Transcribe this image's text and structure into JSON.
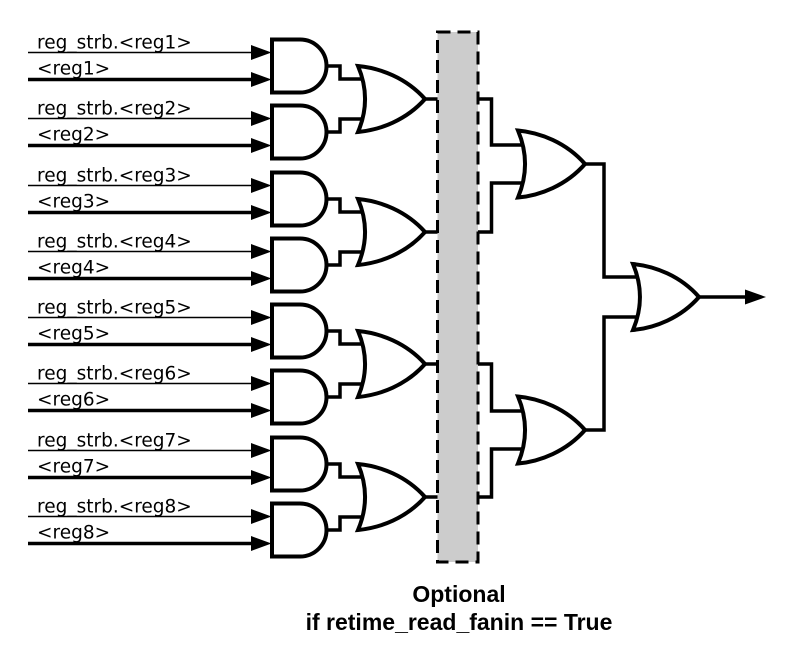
{
  "diagram": {
    "inputs": [
      {
        "strobe_label": "reg_strb.<reg1>",
        "value_label": "<reg1>"
      },
      {
        "strobe_label": "reg_strb.<reg2>",
        "value_label": "<reg2>"
      },
      {
        "strobe_label": "reg_strb.<reg3>",
        "value_label": "<reg3>"
      },
      {
        "strobe_label": "reg_strb.<reg4>",
        "value_label": "<reg4>"
      },
      {
        "strobe_label": "reg_strb.<reg5>",
        "value_label": "<reg5>"
      },
      {
        "strobe_label": "reg_strb.<reg6>",
        "value_label": "<reg6>"
      },
      {
        "strobe_label": "reg_strb.<reg7>",
        "value_label": "<reg7>"
      },
      {
        "strobe_label": "reg_strb.<reg8>",
        "value_label": "<reg8>"
      }
    ],
    "caption": {
      "line1": "Optional",
      "line2": "if retime_read_fanin == True"
    },
    "colors": {
      "wire": "#000000",
      "gate_fill": "#ffffff",
      "optional_box_fill": "#cccccc",
      "background": "#ffffff",
      "text": "#000000"
    }
  }
}
